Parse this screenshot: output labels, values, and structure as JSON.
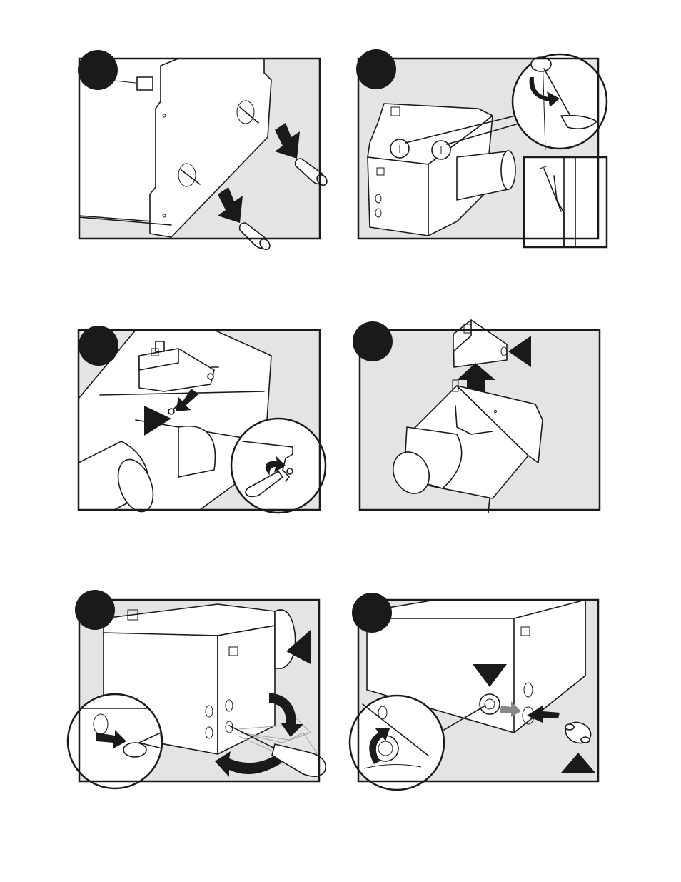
{
  "page": {
    "background": "#ffffff",
    "panel_fill": "#e4e4e4",
    "ink": "#1a1a1a"
  },
  "steps": [
    {
      "id": 1,
      "badge_label": "",
      "icons": [
        "housing-bracket",
        "nail-icon",
        "insert-arrow-icon",
        "wall-anchor-icon"
      ]
    },
    {
      "id": 2,
      "badge_label": "",
      "icons": [
        "housing-with-duct",
        "magnifier-callout",
        "rotate-arrow-icon",
        "inset-detail"
      ]
    },
    {
      "id": 3,
      "badge_label": "",
      "icons": [
        "wiring-box",
        "screw-icon",
        "pointer-triangle-icon",
        "screwdriver-callout"
      ]
    },
    {
      "id": 4,
      "badge_label": "",
      "icons": [
        "wiring-box-lifted",
        "lift-arrow-icon",
        "pointer-triangle-icon"
      ]
    },
    {
      "id": 5,
      "badge_label": "",
      "icons": [
        "knockout-housing",
        "screwdriver-icon",
        "rotate-arrow-icon",
        "knockout-callout"
      ]
    },
    {
      "id": 6,
      "badge_label": "",
      "icons": [
        "housing-knockouts",
        "connector-icon",
        "locknut-icon",
        "pointer-triangle-icon"
      ]
    }
  ]
}
